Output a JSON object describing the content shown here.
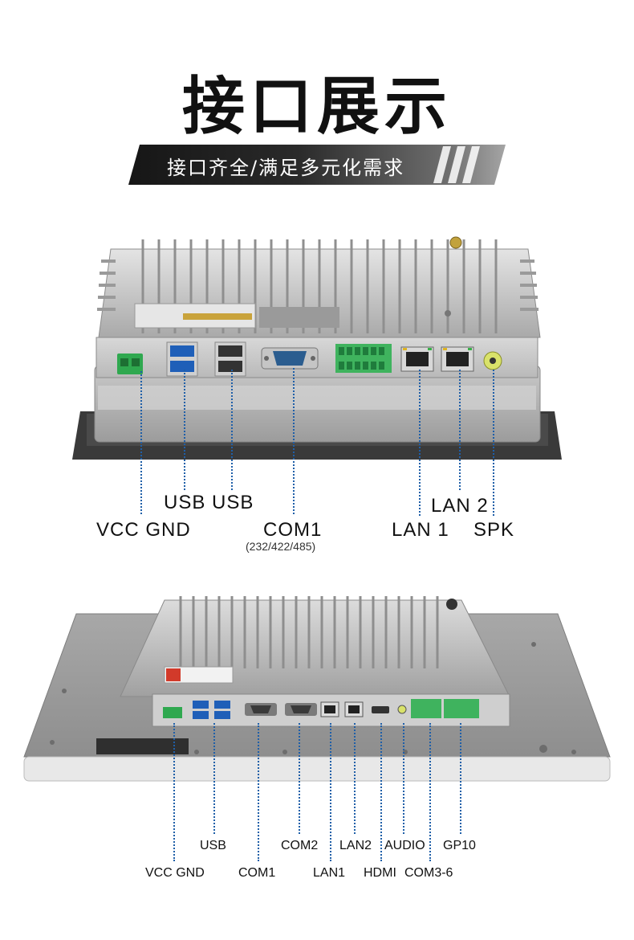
{
  "page": {
    "title": "接口展示",
    "subtitle": "接口齐全/满足多元化需求"
  },
  "top_panel": {
    "labels": {
      "vcc_gnd": "VCC GND",
      "usb_a": "USB",
      "usb_b": "USB",
      "com1": "COM1",
      "com1_modes": "(232/422/485)",
      "lan1": "LAN 1",
      "lan2": "LAN 2",
      "spk": "SPK"
    }
  },
  "bottom_panel": {
    "labels": {
      "vcc_gnd": "VCC GND",
      "usb": "USB",
      "com1": "COM1",
      "com2": "COM2",
      "lan1": "LAN1",
      "lan2": "LAN2",
      "hdmi": "HDMI",
      "audio": "AUDIO",
      "com3_6": "COM3-6",
      "gp10": "GP10"
    }
  },
  "colors": {
    "leader_line": "#1f5fa8",
    "terminal_green": "#2fa84f",
    "usb_blue": "#1f5fb8",
    "db9_blue": "#2b5d8f",
    "chassis": "#b6b6b6"
  }
}
